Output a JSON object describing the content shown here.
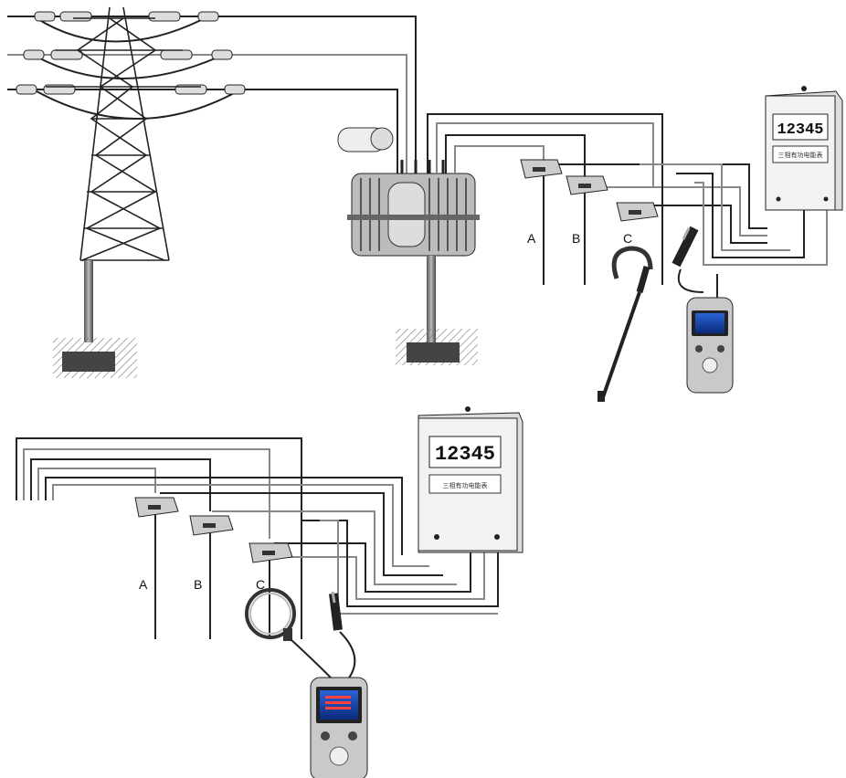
{
  "top_system": {
    "phase_labels": [
      "A",
      "B",
      "C"
    ],
    "monitor": {
      "display": "12345",
      "caption": "三相有功电能表"
    }
  },
  "bottom_system": {
    "phase_labels": [
      "A",
      "B",
      "C"
    ],
    "monitor": {
      "display": "12345",
      "caption": "三相有功电能表"
    }
  }
}
